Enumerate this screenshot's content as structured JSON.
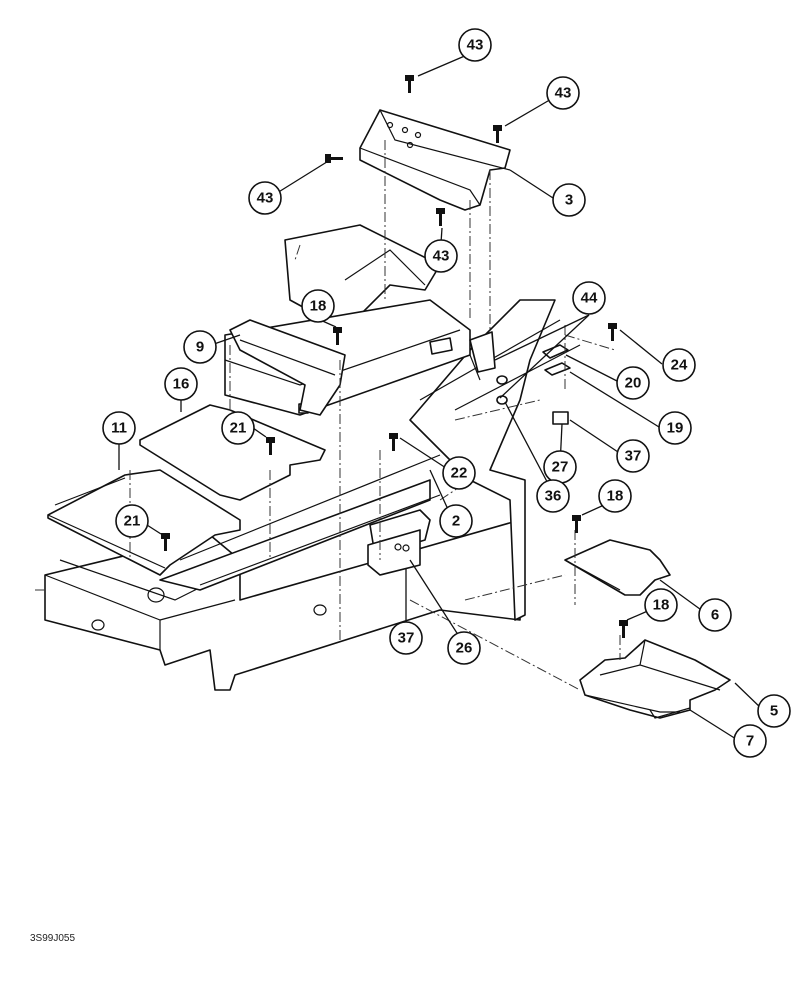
{
  "figure_code": "3S99J055",
  "callouts": [
    {
      "id": "43a",
      "label": "43"
    },
    {
      "id": "43b",
      "label": "43"
    },
    {
      "id": "43c",
      "label": "43"
    },
    {
      "id": "43d",
      "label": "43"
    },
    {
      "id": "3",
      "label": "3"
    },
    {
      "id": "18a",
      "label": "18"
    },
    {
      "id": "9",
      "label": "9"
    },
    {
      "id": "44",
      "label": "44"
    },
    {
      "id": "24",
      "label": "24"
    },
    {
      "id": "20",
      "label": "20"
    },
    {
      "id": "19",
      "label": "19"
    },
    {
      "id": "16",
      "label": "16"
    },
    {
      "id": "11",
      "label": "11"
    },
    {
      "id": "21a",
      "label": "21"
    },
    {
      "id": "22",
      "label": "22"
    },
    {
      "id": "27",
      "label": "27"
    },
    {
      "id": "37a",
      "label": "37"
    },
    {
      "id": "36",
      "label": "36"
    },
    {
      "id": "2",
      "label": "2"
    },
    {
      "id": "18b",
      "label": "18"
    },
    {
      "id": "21b",
      "label": "21"
    },
    {
      "id": "6",
      "label": "6"
    },
    {
      "id": "18c",
      "label": "18"
    },
    {
      "id": "37b",
      "label": "37"
    },
    {
      "id": "26",
      "label": "26"
    },
    {
      "id": "5",
      "label": "5"
    },
    {
      "id": "7",
      "label": "7"
    }
  ]
}
